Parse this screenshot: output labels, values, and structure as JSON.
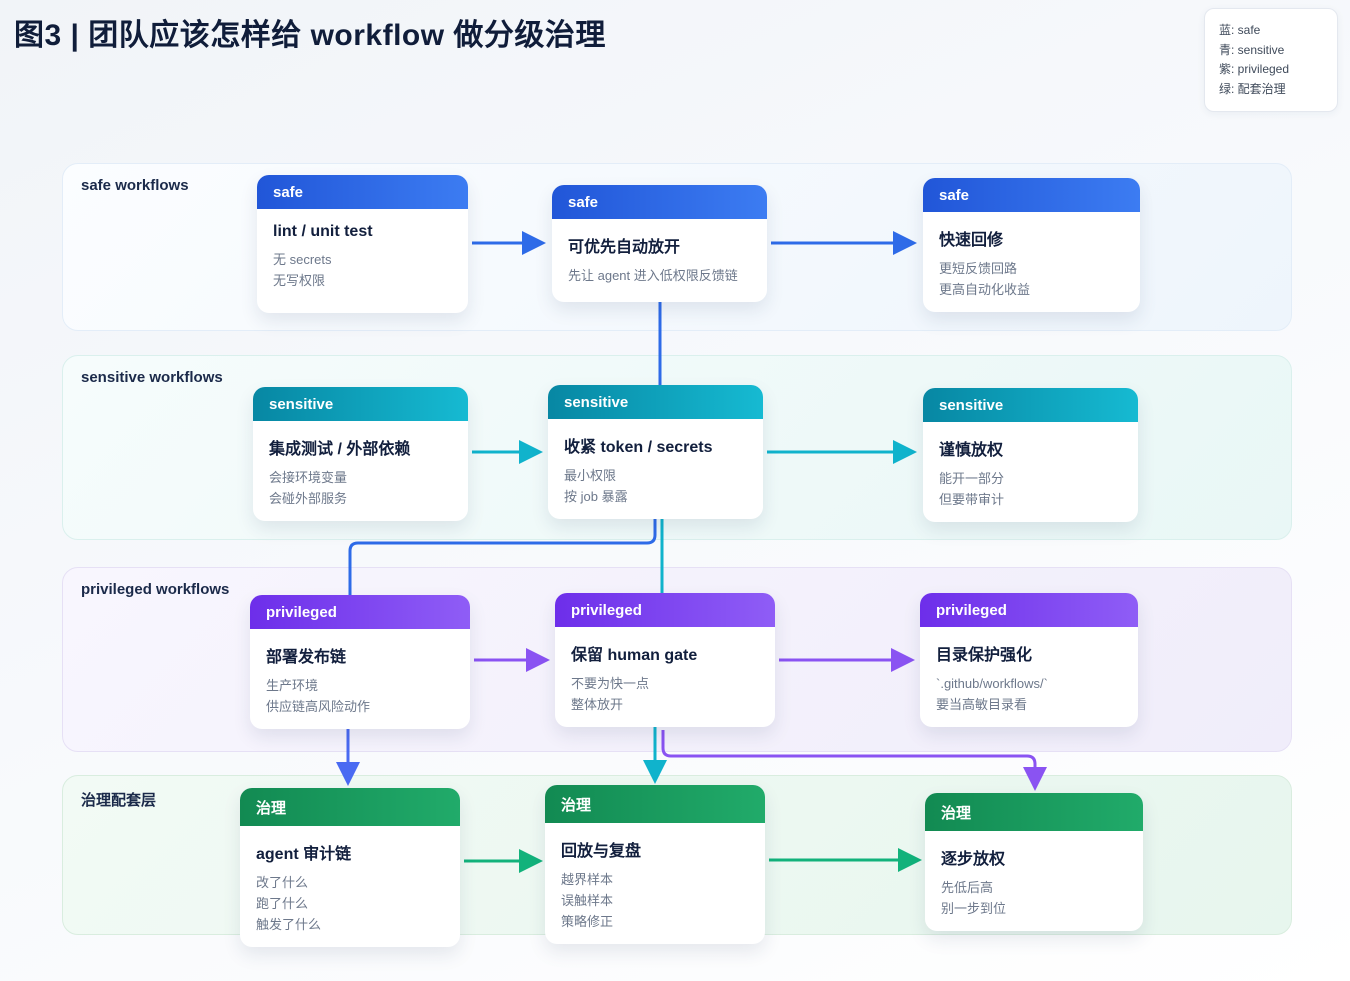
{
  "title": "图3 | 团队应该怎样给 workflow 做分级治理",
  "legend": {
    "items": [
      "蓝: safe",
      "青: sensitive",
      "紫: privileged",
      "绿: 配套治理"
    ]
  },
  "colors": {
    "safe_accent": "#2e6be8",
    "sensitive_accent": "#0fa8c2",
    "privileged_accent": "#8a53f2",
    "governance_accent": "#12b27b",
    "indigo_connector": "#4a6af2",
    "title_text": "#101d3a",
    "body_text": "#6d788b"
  },
  "bands": [
    {
      "label": "safe workflows",
      "cards": [
        {
          "header": "safe",
          "title": "lint / unit test",
          "lines": [
            "无 secrets",
            "无写权限"
          ]
        },
        {
          "header": "safe",
          "title": "可优先自动放开",
          "lines": [
            "先让 agent 进入低权限反馈链"
          ]
        },
        {
          "header": "safe",
          "title": "快速回修",
          "lines": [
            "更短反馈回路",
            "更高自动化收益"
          ]
        }
      ]
    },
    {
      "label": "sensitive workflows",
      "cards": [
        {
          "header": "sensitive",
          "title": "集成测试 / 外部依赖",
          "lines": [
            "会接环境变量",
            "会碰外部服务"
          ]
        },
        {
          "header": "sensitive",
          "title": "收紧 token / secrets",
          "lines": [
            "最小权限",
            "按 job 暴露"
          ]
        },
        {
          "header": "sensitive",
          "title": "谨慎放权",
          "lines": [
            "能开一部分",
            "但要带审计"
          ]
        }
      ]
    },
    {
      "label": "privileged workflows",
      "cards": [
        {
          "header": "privileged",
          "title": "部署发布链",
          "lines": [
            "生产环境",
            "供应链高风险动作"
          ]
        },
        {
          "header": "privileged",
          "title": "保留 human gate",
          "lines": [
            "不要为快一点",
            "整体放开"
          ]
        },
        {
          "header": "privileged",
          "title": "目录保护强化",
          "lines": [
            "`.github/workflows/`",
            "要当高敏目录看"
          ]
        }
      ]
    },
    {
      "label": "治理配套层",
      "cards": [
        {
          "header": "治理",
          "title": "agent 审计链",
          "lines": [
            "改了什么",
            "跑了什么",
            "触发了什么"
          ]
        },
        {
          "header": "治理",
          "title": "回放与复盘",
          "lines": [
            "越界样本",
            "误触样本",
            "策略修正"
          ]
        },
        {
          "header": "治理",
          "title": "逐步放权",
          "lines": [
            "先低后高",
            "别一步到位"
          ]
        }
      ]
    }
  ]
}
